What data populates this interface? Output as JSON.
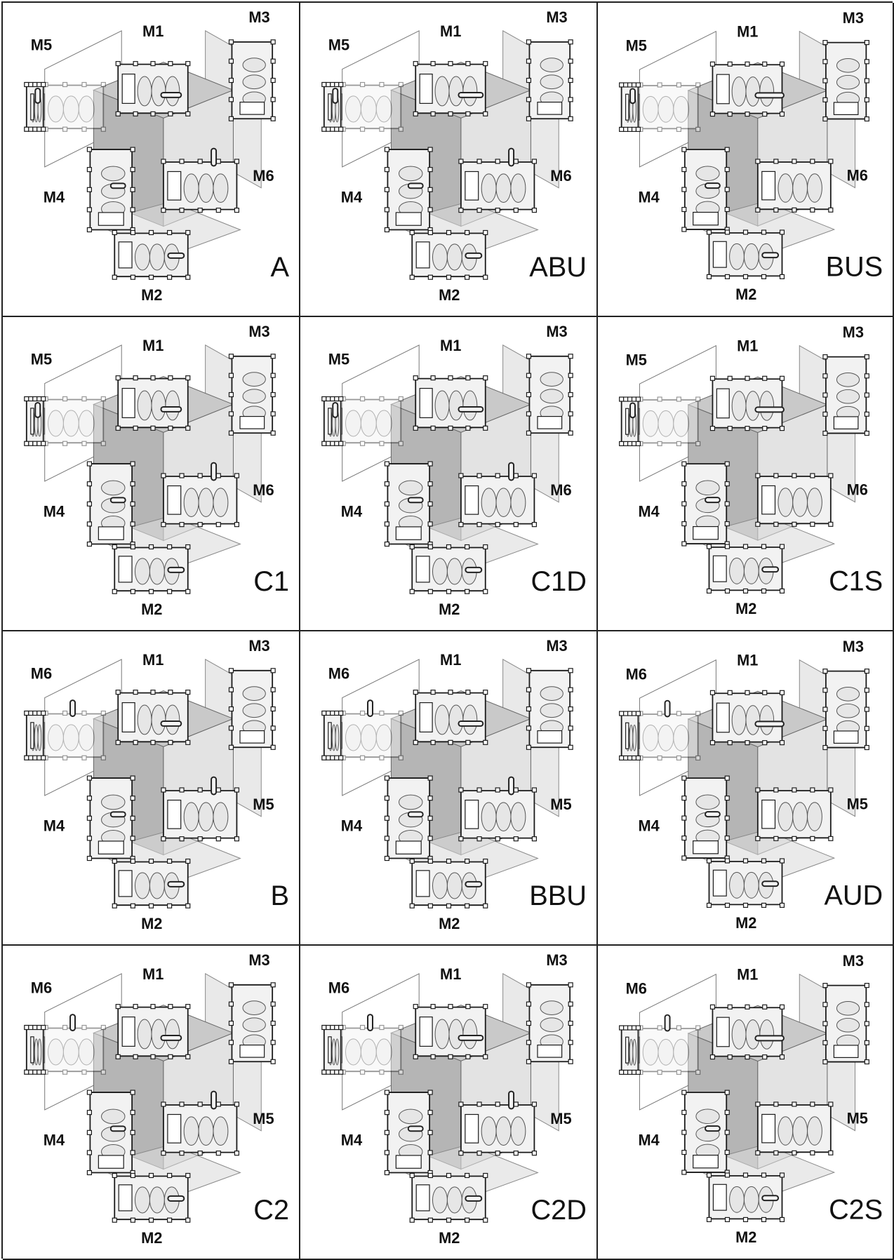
{
  "panels": [
    {
      "code": "A",
      "positions": {
        "top": "M1",
        "top_right": "M3",
        "left": "M5",
        "right": "M6",
        "front_left": "M4",
        "bottom": "M2"
      }
    },
    {
      "code": "ABU",
      "positions": {
        "top": "M1",
        "top_right": "M3",
        "left": "M5",
        "right": "M6",
        "front_left": "M4",
        "bottom": "M2"
      }
    },
    {
      "code": "BUS",
      "positions": {
        "top": "M1",
        "top_right": "M3",
        "left": "M5",
        "right": "M6",
        "front_left": "M4",
        "bottom": "M2"
      }
    },
    {
      "code": "C1",
      "positions": {
        "top": "M1",
        "top_right": "M3",
        "left": "M5",
        "right": "M6",
        "front_left": "M4",
        "bottom": "M2"
      }
    },
    {
      "code": "C1D",
      "positions": {
        "top": "M1",
        "top_right": "M3",
        "left": "M5",
        "right": "M6",
        "front_left": "M4",
        "bottom": "M2"
      }
    },
    {
      "code": "C1S",
      "positions": {
        "top": "M1",
        "top_right": "M3",
        "left": "M5",
        "right": "M6",
        "front_left": "M4",
        "bottom": "M2"
      }
    },
    {
      "code": "B",
      "positions": {
        "top": "M1",
        "top_right": "M3",
        "left": "M6",
        "right": "M5",
        "front_left": "M4",
        "bottom": "M2"
      }
    },
    {
      "code": "BBU",
      "positions": {
        "top": "M1",
        "top_right": "M3",
        "left": "M6",
        "right": "M5",
        "front_left": "M4",
        "bottom": "M2"
      }
    },
    {
      "code": "AUD",
      "positions": {
        "top": "M1",
        "top_right": "M3",
        "left": "M6",
        "right": "M5",
        "front_left": "M4",
        "bottom": "M2"
      }
    },
    {
      "code": "C2",
      "positions": {
        "top": "M1",
        "top_right": "M3",
        "left": "M6",
        "right": "M5",
        "front_left": "M4",
        "bottom": "M2"
      }
    },
    {
      "code": "C2D",
      "positions": {
        "top": "M1",
        "top_right": "M3",
        "left": "M6",
        "right": "M5",
        "front_left": "M4",
        "bottom": "M2"
      }
    },
    {
      "code": "C2S",
      "positions": {
        "top": "M1",
        "top_right": "M3",
        "left": "M6",
        "right": "M5",
        "front_left": "M4",
        "bottom": "M2"
      }
    }
  ]
}
